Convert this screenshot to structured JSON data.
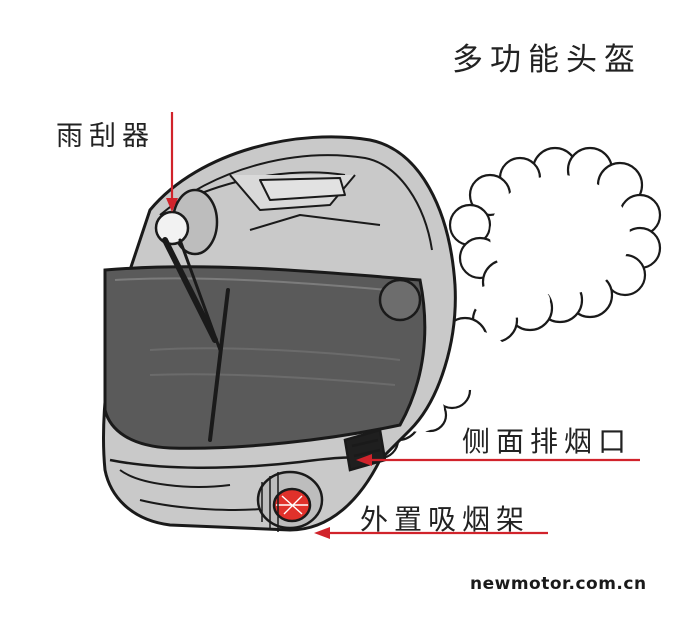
{
  "title": "多功能头盔",
  "labels": {
    "wiper": "雨刮器",
    "side_exhaust": "侧面排烟口",
    "external_holder": "外置吸烟架"
  },
  "watermark": "newmotor.com.cn",
  "colors": {
    "arrow": "#d1232b",
    "shell": "#c9c9c9",
    "visor": "#5a5a5a",
    "outline": "#1a1a1a",
    "smoke": "#ffffff",
    "holder_glow": "#e0312b"
  }
}
